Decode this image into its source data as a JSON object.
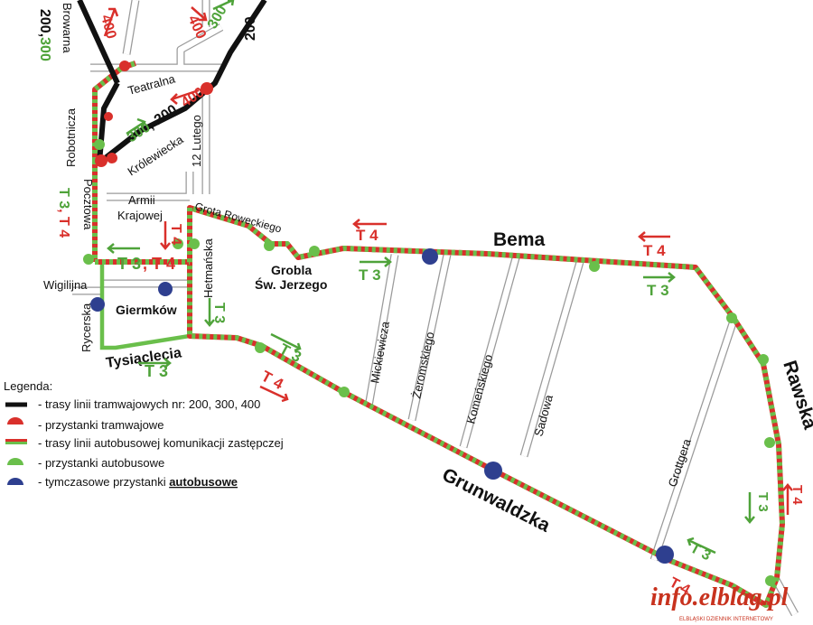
{
  "streets": {
    "browarna": "Browarna",
    "teatralna": "Teatralna",
    "robotnicza": "Robotnicza",
    "krolewiecka": "Królewiecka",
    "dwunastego_lutego": "12 Lutego",
    "armii_krajowej_1": "Armii",
    "armii_krajowej_2": "Krajowej",
    "grota_roweckiego": "Grota Roweckiego",
    "pocztowa": "Pocztowa",
    "wigilijna": "Wigilijna",
    "rycerska": "Rycerska",
    "giermkow": "Giermków",
    "hetmanska": "Hetmańska",
    "grobla_1": "Grobla",
    "grobla_2": "Św. Jerzego",
    "tysiaclecia": "Tysiąclecia",
    "bema": "Bema",
    "mickiewicza": "Mickiewicza",
    "zeromskiego": "Żeromskiego",
    "komenskiego": "Komeńskiego",
    "sadowa": "Sadowa",
    "grottgera": "Grottgera",
    "rawska": "Rawska",
    "grunwaldzka": "Grunwaldzka"
  },
  "routes": {
    "tram_400_a": "400",
    "tram_400_b": "400",
    "tram_300_a": "300",
    "tram_200_a": "200,",
    "tram_300_left": "300",
    "tram_200_left": "200,",
    "tram_200_right": "200",
    "tram_300_k": "300",
    "tram_200_k": ", 200, ",
    "tram_400_k": "400",
    "t3_t4_pocztowa_1": "T 3",
    "t3_t4_pocztowa_2": ", T 4",
    "t3_cross": "T 3",
    "t4_cross": ", T 4",
    "t4_armii": "T 4",
    "t3_hetmanska": "T 3",
    "t3_tysiaclecia": "T 3",
    "t3_grunwaldzka": "T 3",
    "t4_grunwaldzka": "T 4",
    "t4_bema_1": "T 4",
    "t3_bema_1": "T 3",
    "t4_bema_2": "T 4",
    "t3_bema_2": "T 3",
    "t3_rawska": "T 3",
    "t4_rawska": "T 4",
    "t3_grunwaldzka_low": "T 3",
    "t4_grunwaldzka_low": "T 4"
  },
  "legend": {
    "title": "Legenda:",
    "items": [
      "- trasy  linii tramwajowych nr: 200, 300, 400",
      "- przystanki tramwajowe",
      "- trasy linii autobusowej komunikacji zastępczej",
      "- przystanki autobusowe",
      "- tymczasowe przystanki "
    ],
    "bold_word": "autobusowe"
  },
  "watermark": {
    "main": "info.elblag.pl",
    "sub": "ELBLĄSKI DZIENNIK INTERNETOWY"
  },
  "colors": {
    "tram": "#111111",
    "bus_red": "#d9302b",
    "bus_green": "#6abf4b",
    "tram_stop": "#d9302b",
    "bus_stop": "#6abf4b",
    "temp_bus_stop": "#2e3f8f"
  }
}
